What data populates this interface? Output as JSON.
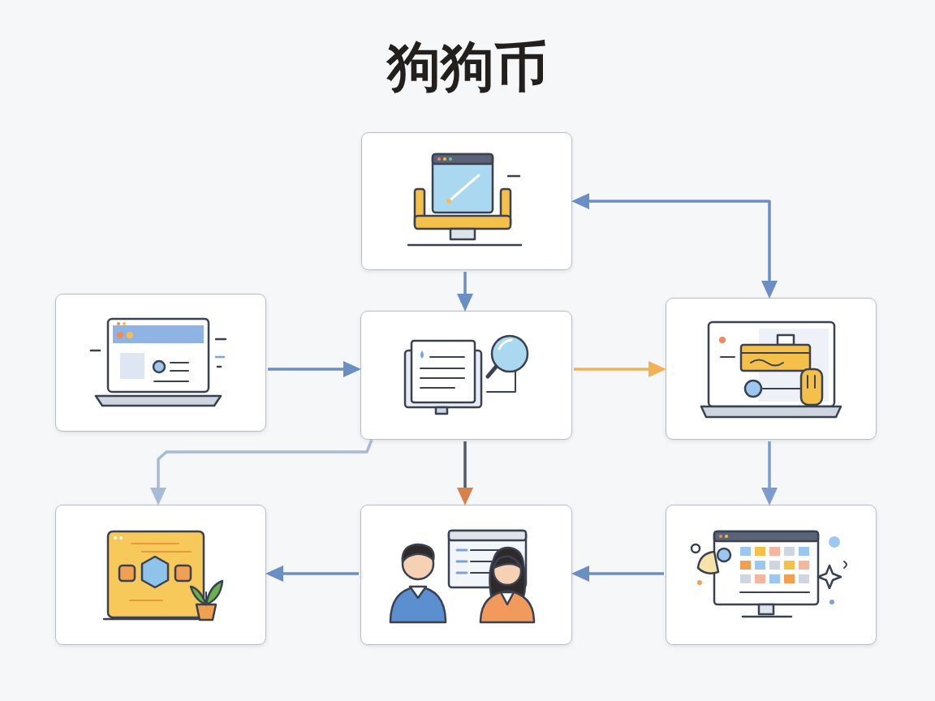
{
  "diagram": {
    "title": "狗狗币",
    "nodes": [
      {
        "text": []
      },
      {
        "text": []
      },
      {
        "text": []
      },
      {
        "text": []
      },
      {
        "text": []
      },
      {
        "text": []
      },
      {
        "text": []
      }
    ],
    "edges": [
      {
        "from": 0,
        "to": 2,
        "arrow": "to"
      },
      {
        "from": 0,
        "to": 3,
        "arrow": "both"
      },
      {
        "from": 1,
        "to": 2,
        "arrow": "to"
      },
      {
        "from": 2,
        "to": 3,
        "arrow": "to"
      },
      {
        "from": 2,
        "to": 4,
        "arrow": "to"
      },
      {
        "from": 2,
        "to": 5,
        "arrow": "to"
      },
      {
        "from": 3,
        "to": 6,
        "arrow": "to"
      },
      {
        "from": 6,
        "to": 5,
        "arrow": "to"
      },
      {
        "from": 5,
        "to": 4,
        "arrow": "to"
      }
    ]
  }
}
